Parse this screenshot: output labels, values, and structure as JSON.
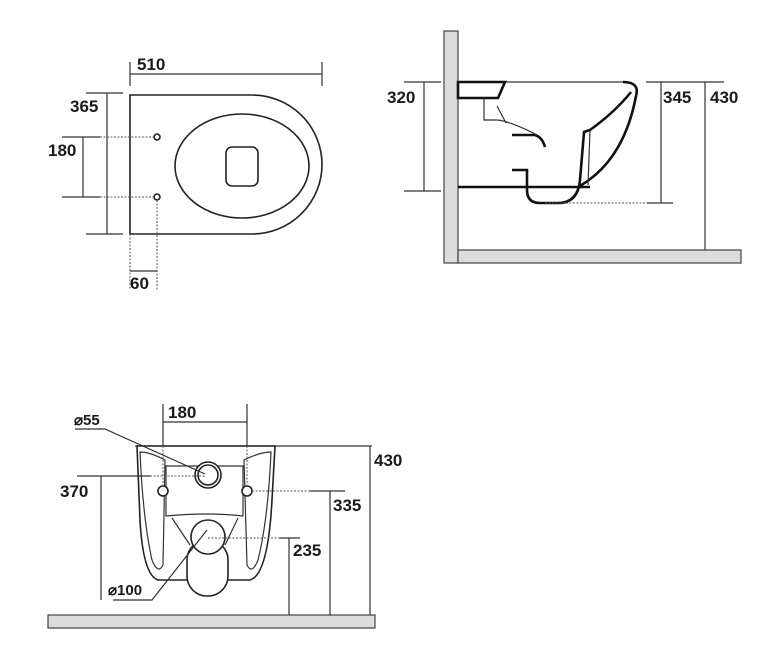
{
  "top_view": {
    "width_label": "510",
    "depth_label": "365",
    "fixing_spacing_label": "180",
    "fixing_offset_label": "60"
  },
  "side_view": {
    "height_label": "320",
    "outlet_height_label": "345",
    "rim_height_label": "430"
  },
  "front_view": {
    "fixing_spacing_label": "180",
    "inlet_diameter_label": "⌀55",
    "inlet_height_label": "370",
    "fixing_height_label": "335",
    "outlet_height_label": "235",
    "rim_height_label": "430",
    "outlet_diameter_label": "⌀100"
  },
  "colors": {
    "wall_fill": "#dcdcdc",
    "line": "#222222"
  }
}
